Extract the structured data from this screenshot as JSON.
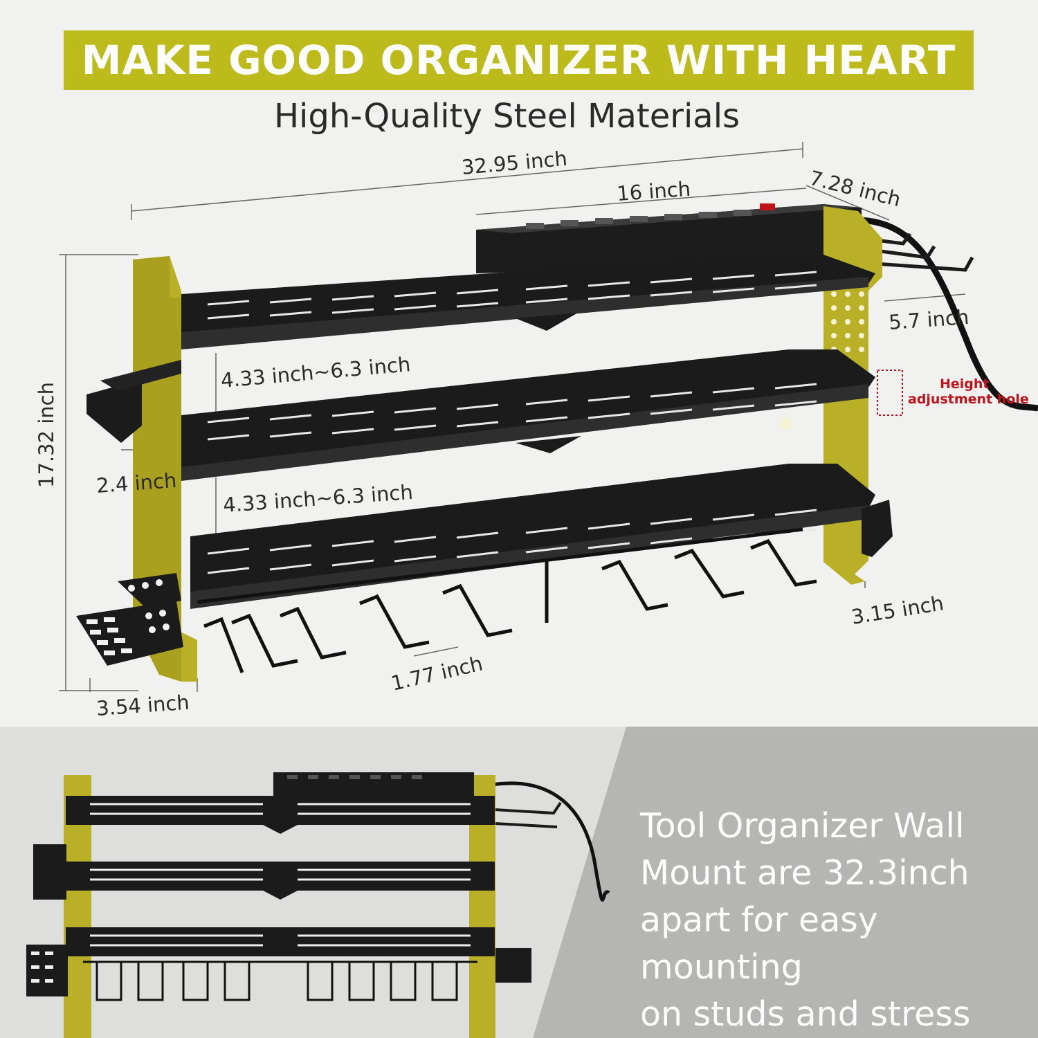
{
  "banner": {
    "title": "MAKE GOOD ORGANIZER WITH HEART"
  },
  "subtitle": "High-Quality Steel Materials",
  "dimensions": {
    "total_width": "32.95 inch",
    "box_width": "16 inch",
    "depth": "7.28 inch",
    "hook_length": "5.7 inch",
    "total_height": "17.32 inch",
    "upper_gap": "4.33 inch~6.3 inch",
    "lower_gap": "4.33 inch~6.3 inch",
    "side_tray": "2.4 inch",
    "right_tray": "3.15 inch",
    "slot_spacing": "1.77 inch",
    "plate_width": "3.54 inch"
  },
  "note": {
    "line1": "Height",
    "line2": "adjustment hole"
  },
  "bottom": {
    "line1": "Tool Organizer Wall",
    "line2": "Mount are 32.3inch",
    "line3": "apart for easy mounting",
    "line4": "on studs and stress"
  },
  "colors": {
    "accent": "#bdbb1b",
    "panel": "#b9b028",
    "shelf": "#1b1b1b",
    "note": "#c0141c"
  }
}
